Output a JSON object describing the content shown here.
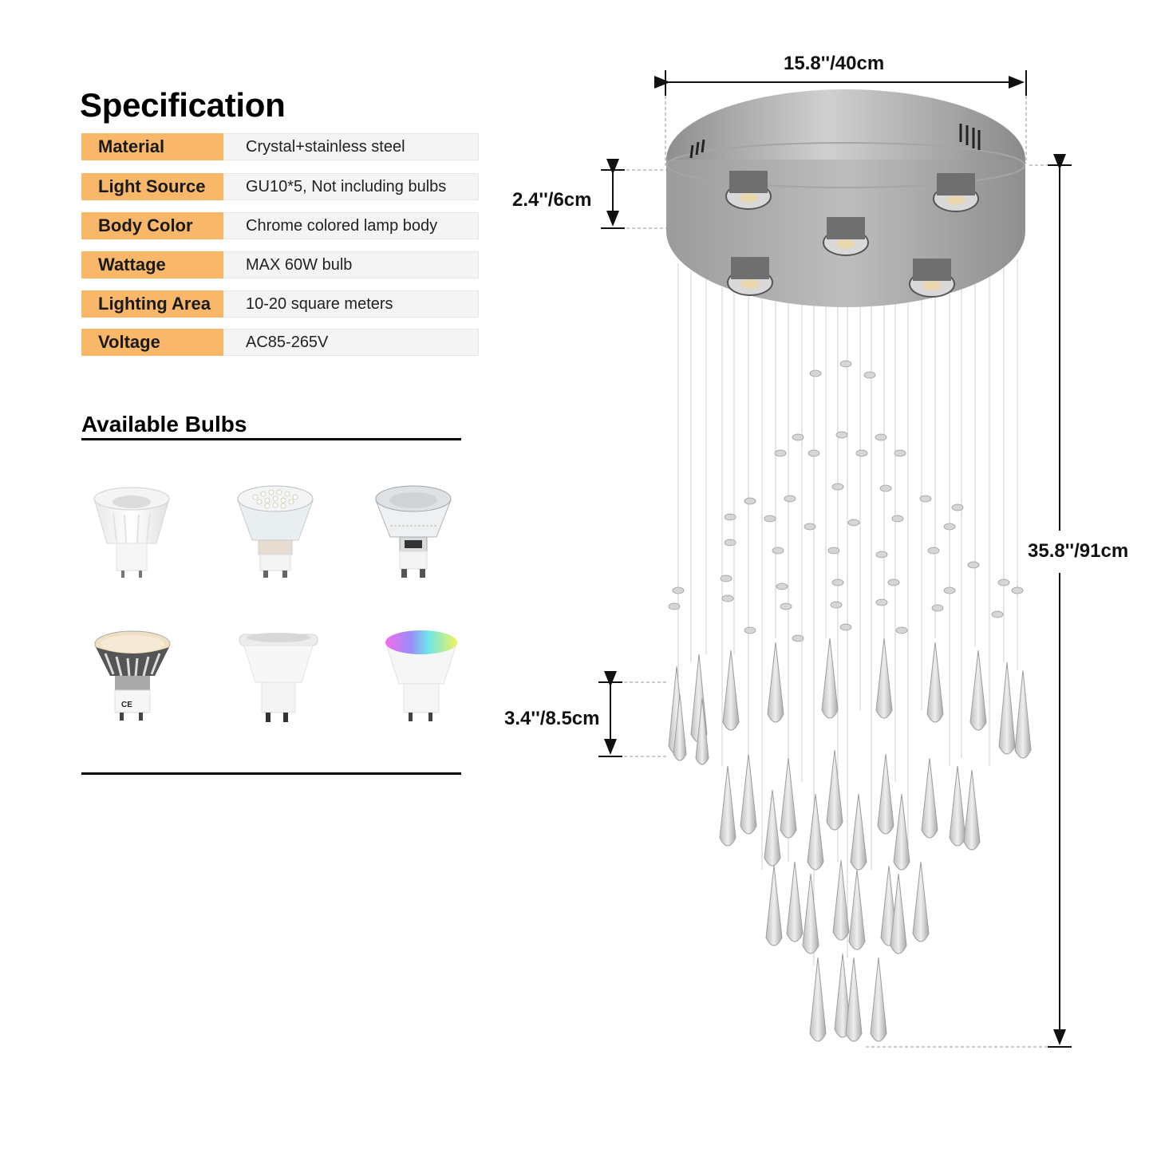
{
  "specification": {
    "title": "Specification",
    "rows": [
      {
        "label": "Material",
        "value": "Crystal+stainless steel"
      },
      {
        "label": "Light Source",
        "value": "GU10*5, Not including bulbs"
      },
      {
        "label": "Body Color",
        "value": "Chrome colored lamp body"
      },
      {
        "label": "Wattage",
        "value": "MAX 60W bulb"
      },
      {
        "label": "Lighting Area",
        "value": "10-20 square meters"
      },
      {
        "label": "Voltage",
        "value": "AC85-265V"
      }
    ],
    "label_color": "#f9b769",
    "value_bg": "#f4f4f4"
  },
  "available_bulbs": {
    "title": "Available Bulbs",
    "items": [
      {
        "name": "white COB GU10 spotlight",
        "icon": "bulb-cob-white-icon"
      },
      {
        "name": "glass SMD LED GU10 bulb",
        "icon": "bulb-smd-glass-icon"
      },
      {
        "name": "clear glass COB GU10 bulb",
        "icon": "bulb-glass-cob-icon"
      },
      {
        "name": "warm SMD LED GU10 with finned aluminum body",
        "icon": "bulb-aluminum-smd-icon"
      },
      {
        "name": "white GU10 LED spotlight",
        "icon": "bulb-white-led-icon"
      },
      {
        "name": "RGB smart GU10 bulb",
        "icon": "bulb-rgb-smart-icon"
      }
    ]
  },
  "dimensions": {
    "width": "15.8''/40cm",
    "canopy_height": "2.4''/6cm",
    "total_height": "35.8''/91cm",
    "crystal_length": "3.4''/8.5cm"
  },
  "product": {
    "name": "crystal rain drop chandelier",
    "spotlights": 5
  }
}
